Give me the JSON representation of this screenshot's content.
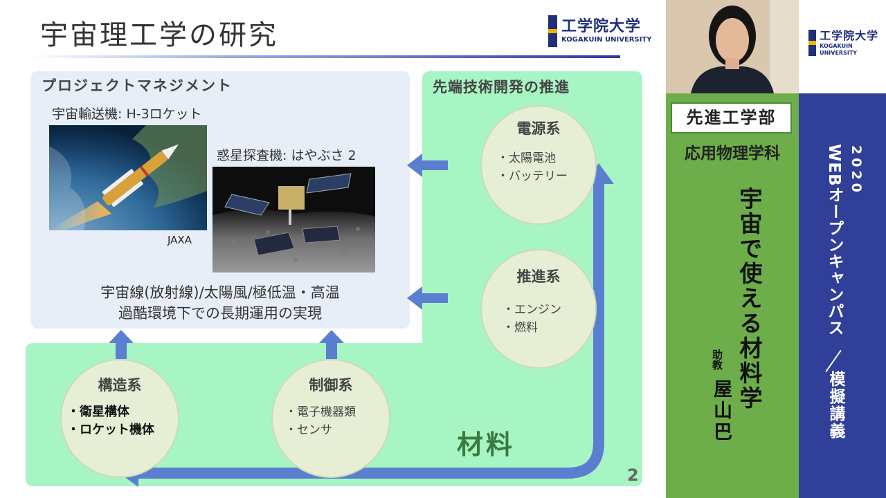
{
  "slide": {
    "title": "宇宙理工学の研究",
    "logo": {
      "main": "工学院大学",
      "sub": "KOGAKUIN UNIVERSITY"
    },
    "project_management": {
      "title": "プロジェクトマネジメント",
      "h3_label": "宇宙輸送機: H-3ロケット",
      "hayabusa_label": "惑星探査機: はやぶさ 2",
      "image_credit": "JAXA",
      "footer_line1": "宇宙線(放射線)/太陽風/極低温・高温",
      "footer_line2": "過酷環境下での長期運用の実現"
    },
    "advanced_tech": {
      "title": "先端技術開発の推進"
    },
    "circles": {
      "power": {
        "title": "電源系",
        "items": [
          "・太陽電池",
          "・バッテリー"
        ]
      },
      "propulsion": {
        "title": "推進系",
        "items": [
          "・エンジン",
          "・燃料"
        ]
      },
      "structure": {
        "title": "構造系",
        "items": [
          "・衛星構体",
          "・ロケット機体"
        ]
      },
      "control": {
        "title": "制御系",
        "items": [
          "・電子機器類",
          "・センサ"
        ]
      }
    },
    "materials_label": "材料",
    "page_number": "2",
    "colors": {
      "green_bg": "#a8f5c4",
      "blue_accent": "#5b7fd0",
      "box_bg": "#e8eef7"
    }
  },
  "panel": {
    "logo": {
      "main": "工学院大学",
      "sub": "KOGAKUIN UNIVERSITY"
    },
    "department": "先進工学部",
    "subdepartment": "応用物理学科",
    "lecture_title": "宇宙で使える材料学",
    "role": "助教",
    "lecturer": "屋山巴",
    "year": "2020",
    "event": "WEBオープンキャンパス",
    "event_sub": "模擬講義",
    "colors": {
      "green": "#6dae4a",
      "blue": "#303f98"
    }
  }
}
